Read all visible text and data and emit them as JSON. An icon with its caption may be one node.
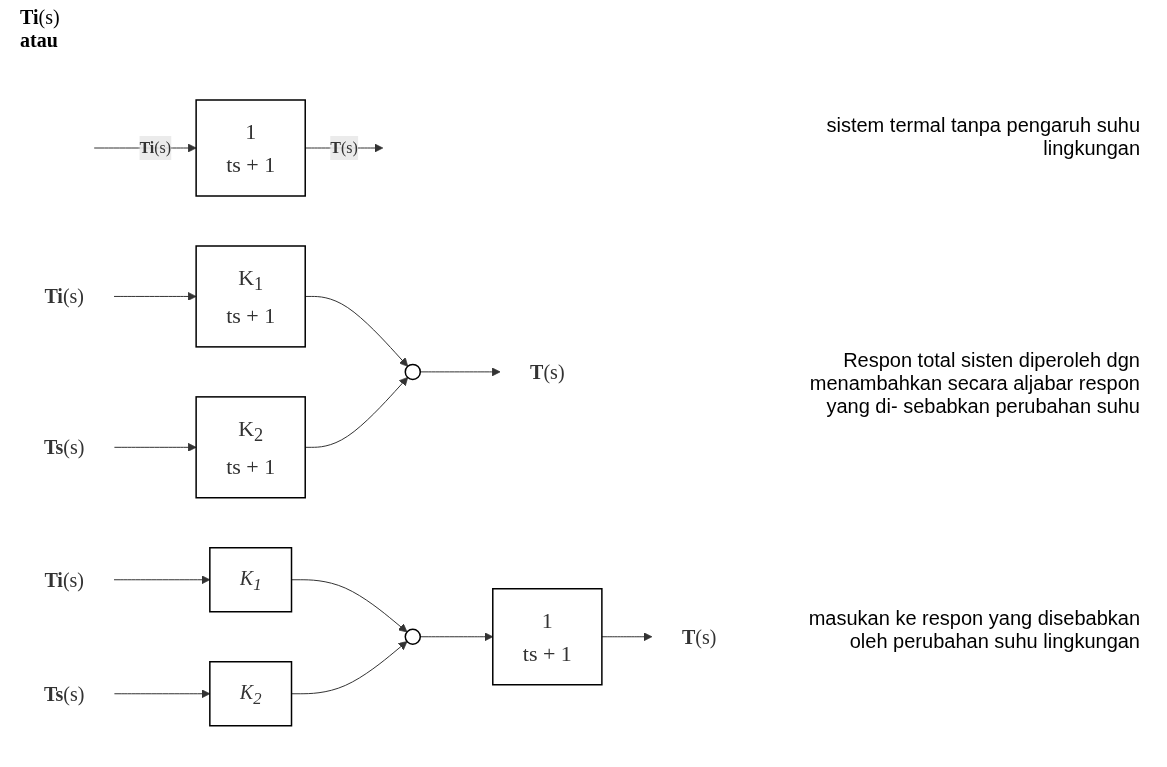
{
  "diagram": {
    "nodes": [
      {
        "text": [
          "1",
          "ts + 1"
        ]
      },
      {
        "text": [
          "**Ti**(s)"
        ]
      },
      {
        "text": [
          "K$_{1}$",
          "ts + 1"
        ]
      },
      {
        "text": [
          "**Ts**(s)"
        ]
      },
      {
        "text": [
          "K$_{2}$",
          "ts + 1"
        ]
      },
      {
        "text": [],
        "shape": "circle"
      },
      {
        "text": [
          "**T**(s)"
        ]
      },
      {
        "text": [
          "**Ti**(s)"
        ]
      },
      {
        "text": [
          "K$_{1}$"
        ]
      },
      {
        "text": [
          "**Ts**(s)"
        ]
      },
      {
        "text": [
          "K$_{2}$"
        ]
      },
      {
        "text": [],
        "shape": "circle"
      },
      {
        "text": [
          "1",
          "ts + 1"
        ]
      },
      {
        "text": [
          "**T**(s)"
        ]
      }
    ],
    "edges": [
      {
        "from": null,
        "to": 0,
        "arrow": "to",
        "label": "**Ti**(s)"
      },
      {
        "from": 0,
        "to": null,
        "arrow": "to",
        "label": "**T**(s)"
      },
      {
        "from": 1,
        "to": 2,
        "arrow": "to"
      },
      {
        "from": 2,
        "to": 5,
        "arrow": "to"
      },
      {
        "from": 3,
        "to": 4,
        "arrow": "to"
      },
      {
        "from": 4,
        "to": 5,
        "arrow": "to"
      },
      {
        "from": 5,
        "to": 6,
        "arrow": "to"
      },
      {
        "from": 7,
        "to": 8,
        "arrow": "to"
      },
      {
        "from": 9,
        "to": 10,
        "arrow": "to"
      },
      {
        "from": 8,
        "to": 11,
        "arrow": "to"
      },
      {
        "from": 10,
        "to": 11,
        "arrow": "to"
      },
      {
        "from": 11,
        "to": 12,
        "arrow": "to"
      },
      {
        "from": 12,
        "to": 13,
        "arrow": "to"
      }
    ],
    "labels": [
      "sistem termal tanpa pengaruh suhu lingkungan",
      "**Ti**(s)",
      "Respon total sisten diperoleh dgn menambahkan secara aljabar respon yang di- sebabkan perubahan suhu",
      "atau",
      "masukan ke respon yang disebabkan oleh perubahan suhu lingkungan"
    ]
  }
}
